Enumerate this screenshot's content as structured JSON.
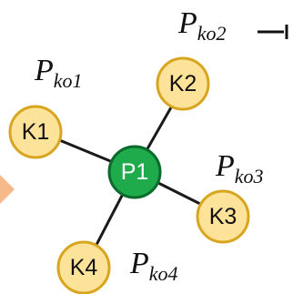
{
  "diagram": {
    "center_node": {
      "label": "P1",
      "fill": "#1faa4b",
      "stroke": "#0c6a2c",
      "text_color": "#ffffff"
    },
    "outer_nodes": [
      {
        "id": "K1",
        "label": "K1"
      },
      {
        "id": "K2",
        "label": "K2"
      },
      {
        "id": "K3",
        "label": "K3"
      },
      {
        "id": "K4",
        "label": "K4"
      }
    ],
    "outer_style": {
      "fill": "#fde39a",
      "stroke": "#d8a51f",
      "text_color": "#111111"
    },
    "edge_color": "#1a1a1a",
    "labels": [
      {
        "id": "pko1",
        "base": "P",
        "sub": "ko1"
      },
      {
        "id": "pko2",
        "base": "P",
        "sub": "ko2"
      },
      {
        "id": "pko3",
        "base": "P",
        "sub": "ko3"
      },
      {
        "id": "pko4",
        "base": "P",
        "sub": "ko4"
      }
    ],
    "arrow_color": "#111111",
    "left_shape_color": "#f6b98c"
  }
}
